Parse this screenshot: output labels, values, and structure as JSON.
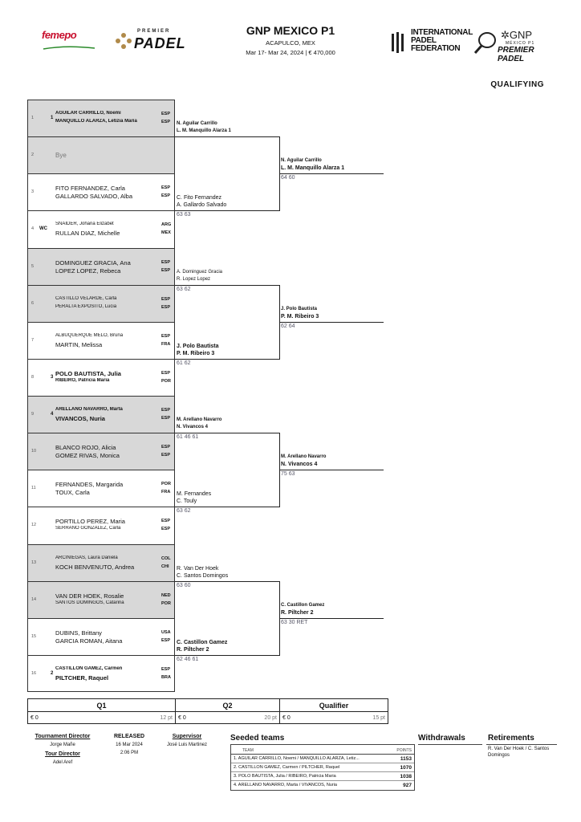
{
  "header": {
    "femepo_logo": "femepo",
    "premier_logo_small": "PREMIER",
    "premier_logo_big": "PADEL",
    "title": "GNP MEXICO P1",
    "location": "ACAPULCO, MEX",
    "dates_prize": "Mar 17- Mar 24, 2024  |  € 470,000",
    "ipf_lines": [
      "INTERNATIONAL",
      "PADEL",
      "FEDERATION"
    ],
    "gnp_main": "✲GNP",
    "gnp_sub": "MÉXICO P1",
    "gnp_premier": "PREMIER PADEL",
    "section": "QUALIFYING"
  },
  "draw": [
    {
      "num": "1",
      "seed": "1",
      "grey": true,
      "players": [
        {
          "name": "AGUILAR CARRILLO, Noemi",
          "nat": "ESP",
          "bold": true,
          "small": true
        },
        {
          "name": "MANQUILLO ALARZA, Letizia Maria",
          "nat": "ESP",
          "bold": true,
          "small": true
        }
      ]
    },
    {
      "num": "2",
      "seed": "",
      "grey": true,
      "bye": "Bye",
      "players": []
    },
    {
      "num": "3",
      "seed": "",
      "grey": false,
      "players": [
        {
          "name": "FITO FERNANDEZ, Carla",
          "nat": "ESP"
        },
        {
          "name": "GALLARDO SALVADO, Alba",
          "nat": "ESP"
        }
      ]
    },
    {
      "num": "4",
      "seed": "WC",
      "grey": false,
      "players": [
        {
          "name": "SNAIDER, Johana Elizabet",
          "nat": "ARG",
          "small": true
        },
        {
          "name": "RULLAN DIAZ, Michelle",
          "nat": "MEX"
        }
      ]
    },
    {
      "num": "5",
      "seed": "",
      "grey": true,
      "players": [
        {
          "name": "DOMINGUEZ GRACIA, Ana",
          "nat": "ESP"
        },
        {
          "name": "LOPEZ LOPEZ, Rebeca",
          "nat": "ESP"
        }
      ]
    },
    {
      "num": "6",
      "seed": "",
      "grey": true,
      "players": [
        {
          "name": "CASTILLO VELARDE, Carla",
          "nat": "ESP",
          "small": true
        },
        {
          "name": "PERALTA EXPOSITO, Lucia",
          "nat": "ESP",
          "small": true
        }
      ]
    },
    {
      "num": "7",
      "seed": "",
      "grey": false,
      "players": [
        {
          "name": "ALBUQUERQUE MELO, Bruna",
          "nat": "ESP",
          "small": true
        },
        {
          "name": "MARTIN, Melissa",
          "nat": "FRA"
        }
      ]
    },
    {
      "num": "8",
      "seed": "3",
      "grey": false,
      "players": [
        {
          "name": "POLO BAUTISTA, Julia",
          "nat": "ESP",
          "bold": true
        },
        {
          "name": "RIBEIRO, Patricia Maria",
          "nat": "POR",
          "bold": true,
          "small": true
        }
      ]
    },
    {
      "num": "9",
      "seed": "4",
      "grey": true,
      "players": [
        {
          "name": "ARELLANO NAVARRO, Marta",
          "nat": "ESP",
          "bold": true,
          "small": true
        },
        {
          "name": "VIVANCOS, Nuria",
          "nat": "ESP",
          "bold": true
        }
      ]
    },
    {
      "num": "10",
      "seed": "",
      "grey": true,
      "players": [
        {
          "name": "BLANCO ROJO, Alicia",
          "nat": "ESP"
        },
        {
          "name": "GOMEZ RIVAS, Monica",
          "nat": "ESP"
        }
      ]
    },
    {
      "num": "11",
      "seed": "",
      "grey": false,
      "players": [
        {
          "name": "FERNANDES, Margarida",
          "nat": "POR"
        },
        {
          "name": "TOUX, Carla",
          "nat": "FRA"
        }
      ]
    },
    {
      "num": "12",
      "seed": "",
      "grey": false,
      "players": [
        {
          "name": "PORTILLO PEREZ, Maria",
          "nat": "ESP"
        },
        {
          "name": "SERRANO GONZALEZ, Carla",
          "nat": "ESP",
          "small": true
        }
      ]
    },
    {
      "num": "13",
      "seed": "",
      "grey": true,
      "players": [
        {
          "name": "ARCINIEGAS, Laura Daniela",
          "nat": "COL",
          "small": true
        },
        {
          "name": "KOCH BENVENUTO, Andrea",
          "nat": "CHI"
        }
      ]
    },
    {
      "num": "14",
      "seed": "",
      "grey": true,
      "players": [
        {
          "name": "VAN DER HOEK, Rosalie",
          "nat": "NED"
        },
        {
          "name": "SANTOS DOMINGOS, Catarina",
          "nat": "POR",
          "small": true
        }
      ]
    },
    {
      "num": "15",
      "seed": "",
      "grey": false,
      "players": [
        {
          "name": "DUBINS, Brittany",
          "nat": "USA"
        },
        {
          "name": "GARCIA ROMAN, Aitana",
          "nat": "ESP"
        }
      ]
    },
    {
      "num": "16",
      "seed": "2",
      "grey": false,
      "players": [
        {
          "name": "CASTILLON GAMEZ, Carmen",
          "nat": "ESP",
          "bold": true,
          "small": true
        },
        {
          "name": "PILTCHER, Raquel",
          "nat": "BRA",
          "bold": true
        }
      ]
    }
  ],
  "q1": [
    {
      "lines": [
        "N. Aguilar Carrillo",
        "L. M. Manquillo Alarza  1"
      ],
      "bold": true,
      "small": true,
      "score": ""
    },
    {
      "lines": [
        "C. Fito Fernandez",
        "A. Gallardo Salvado"
      ],
      "bold": false,
      "score": "63 63"
    },
    {
      "lines": [
        "A. Dominguez Gracia",
        "R. Lopez Lopez"
      ],
      "bold": false,
      "small": true,
      "score": "63 62"
    },
    {
      "lines": [
        "J. Polo Bautista",
        "P. M. Ribeiro  3"
      ],
      "bold": true,
      "score": "61 62"
    },
    {
      "lines": [
        "M. Arellano Navarro",
        "N. Vivancos  4"
      ],
      "bold": true,
      "small": true,
      "score": "61 46 61"
    },
    {
      "lines": [
        "M. Fernandes",
        "C. Touly"
      ],
      "bold": false,
      "score": "63 62"
    },
    {
      "lines": [
        "R. Van Der Hoek",
        "C. Santos Domingos"
      ],
      "bold": false,
      "score": "63 60"
    },
    {
      "lines": [
        "C. Castillon Gamez",
        "R. Piltcher  2"
      ],
      "bold": true,
      "score": "62 46 61"
    }
  ],
  "q2": [
    {
      "lines": [
        "N. Aguilar Carrillo",
        "L. M. Manquillo Alarza  1"
      ],
      "score": "64 60"
    },
    {
      "lines": [
        "J. Polo Bautista",
        "P. M. Ribeiro  3"
      ],
      "score": "62 64"
    },
    {
      "lines": [
        "M. Arellano Navarro",
        "N. Vivancos  4"
      ],
      "score": "75 63"
    },
    {
      "lines": [
        "C. Castillon Gamez",
        "R. Piltcher  2"
      ],
      "score": "63 30 RET"
    }
  ],
  "prize": [
    {
      "round": "Q1",
      "money": "€ 0",
      "points": "12 pt"
    },
    {
      "round": "Q2",
      "money": "€ 0",
      "points": "20 pt"
    },
    {
      "round": "Qualifier",
      "money": "€ 0",
      "points": "15 pt"
    }
  ],
  "officials": {
    "td_label": "Tournament Director",
    "td_name": "Jorge Mañe",
    "tour_label": "Tour Director",
    "tour_name": "Adel Aref",
    "released_label": "RELEASED",
    "released_date": "16 Mar 2024",
    "released_time": "2:06 PM",
    "supervisor_label": "Supervisor",
    "supervisor_name": "José Luis Martinez"
  },
  "seeded": {
    "title": "Seeded teams",
    "head_team": "TEAM",
    "head_points": "POINTS",
    "rows": [
      {
        "team": "1.  AGUILAR CARRILLO, Noemi / MANQUILLO ALARZA, Letiz...",
        "points": "1153"
      },
      {
        "team": "2.  CASTILLON GAMEZ, Carmen / PILTCHER, Raquel",
        "points": "1070"
      },
      {
        "team": "3.  POLO BAUTISTA, Julia / RIBEIRO, Patricia Maria",
        "points": "1038"
      },
      {
        "team": "4.  ARELLANO NAVARRO, Marta / VIVANCOS, Nuria",
        "points": "927"
      }
    ]
  },
  "withdrawals": {
    "title": "Withdrawals"
  },
  "retirements": {
    "title": "Retirements",
    "text": "R. Van Der Hoek / C. Santos Domingos"
  }
}
